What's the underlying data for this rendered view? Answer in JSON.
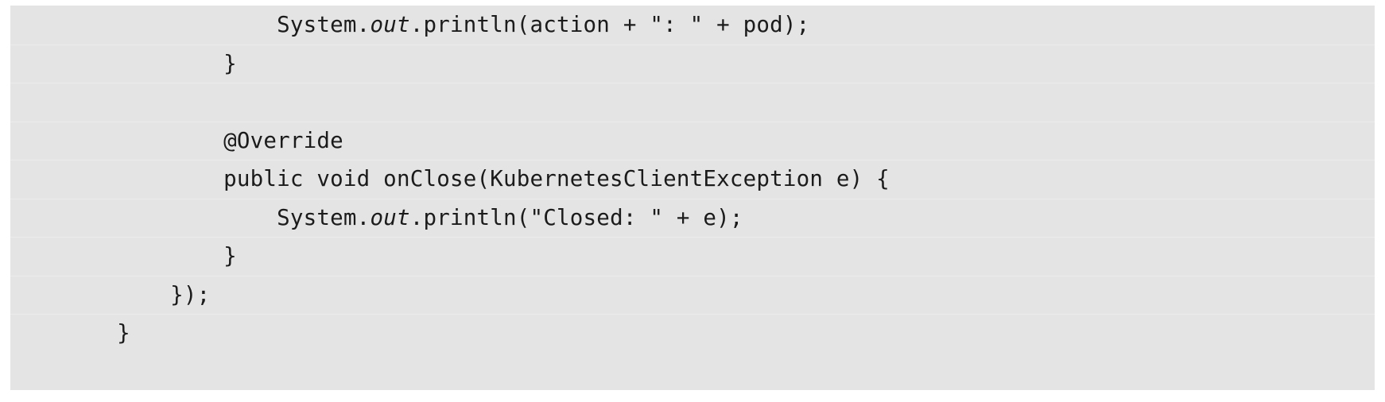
{
  "code_block": {
    "language": "java",
    "background_color": "#e4e4e4",
    "page_background_color": "#ffffff",
    "text_color": "#1b1b1b",
    "rule_color": "#ededed",
    "lines": [
      {
        "indent": "                    ",
        "segments": [
          {
            "text": "System.",
            "style": "plain"
          },
          {
            "text": "out",
            "style": "italic"
          },
          {
            "text": ".println(action + \": \" + pod);",
            "style": "plain"
          }
        ]
      },
      {
        "indent": "                ",
        "segments": [
          {
            "text": "}",
            "style": "plain"
          }
        ]
      },
      {
        "indent": "",
        "segments": [
          {
            "text": "",
            "style": "plain"
          }
        ]
      },
      {
        "indent": "                ",
        "segments": [
          {
            "text": "@Override",
            "style": "plain"
          }
        ]
      },
      {
        "indent": "                ",
        "segments": [
          {
            "text": "public void onClose(KubernetesClientException e) {",
            "style": "plain"
          }
        ]
      },
      {
        "indent": "                    ",
        "segments": [
          {
            "text": "System.",
            "style": "plain"
          },
          {
            "text": "out",
            "style": "italic"
          },
          {
            "text": ".println(\"Closed: \" + e);",
            "style": "plain"
          }
        ]
      },
      {
        "indent": "                ",
        "segments": [
          {
            "text": "}",
            "style": "plain"
          }
        ]
      },
      {
        "indent": "            ",
        "segments": [
          {
            "text": "});",
            "style": "plain"
          }
        ]
      },
      {
        "indent": "        ",
        "segments": [
          {
            "text": "}",
            "style": "plain"
          }
        ]
      }
    ]
  }
}
